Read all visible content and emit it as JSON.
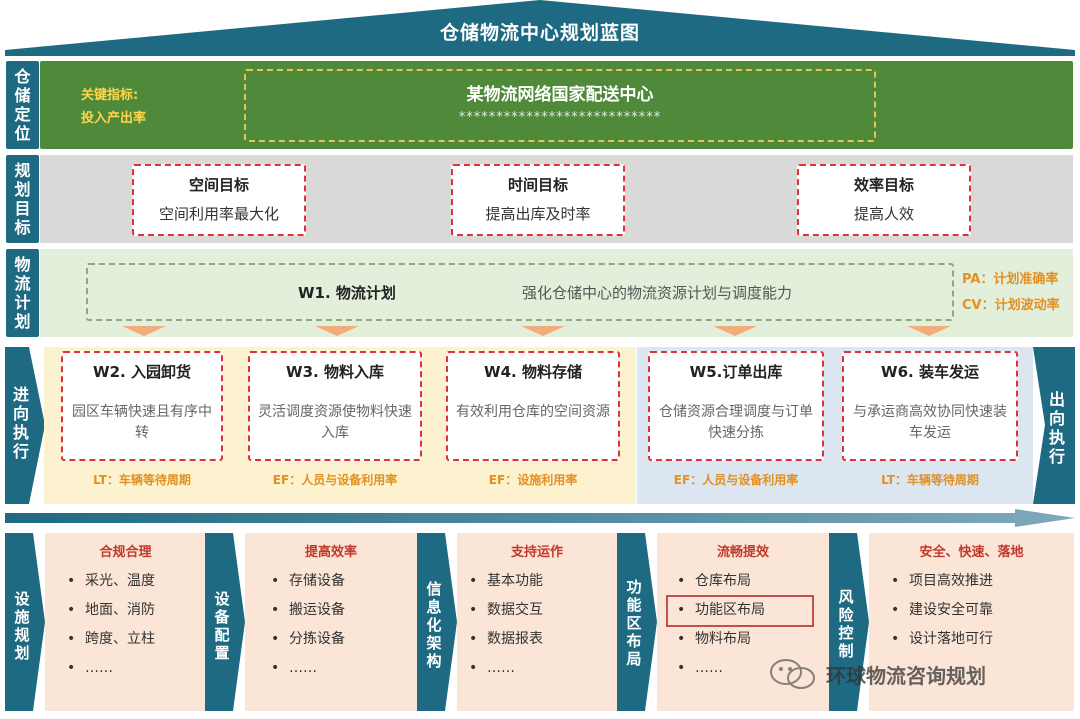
{
  "title": "仓储物流中心规划蓝图",
  "rows": {
    "positioning": {
      "label": "仓储定位",
      "kpi_lines": [
        "关键指标:",
        "投入产出率"
      ],
      "center_title": "某物流网络国家配送中心",
      "center_sub": "***************************"
    },
    "goals": {
      "label": "规划目标",
      "items": [
        {
          "title": "空间目标",
          "desc": "空间利用率最大化"
        },
        {
          "title": "时间目标",
          "desc": "提高出库及时率"
        },
        {
          "title": "效率目标",
          "desc": "提高人效"
        }
      ]
    },
    "logistics": {
      "label": "物流计划",
      "w1_title": "W1. 物流计划",
      "w1_desc": "强化仓储中心的物流资源计划与调度能力",
      "pa": "PA：计划准确率",
      "cv": "CV：计划波动率"
    },
    "execution": {
      "in_label": "进向执行",
      "out_label": "出向执行",
      "steps": [
        {
          "title": "W2. 入园卸货",
          "desc": "园区车辆快速且有序中转"
        },
        {
          "title": "W3. 物料入库",
          "desc": "灵活调度资源使物料快速入库"
        },
        {
          "title": "W4. 物料存储",
          "desc": "有效利用仓库的空间资源"
        },
        {
          "title": "W5.订单出库",
          "desc": "仓储资源合理调度与订单快速分拣"
        },
        {
          "title": "W6. 装车发运",
          "desc": "与承运商高效协同快速装车发运"
        }
      ],
      "metrics": [
        "LT：车辆等待周期",
        "EF：人员与设备利用率",
        "EF：设施利用率",
        "EF：人员与设备利用率",
        "LT：车辆等待周期"
      ]
    },
    "bottom": [
      {
        "label": "设施规划",
        "title": "合规合理",
        "items": [
          "采光、温度",
          "地面、消防",
          "跨度、立柱",
          "……"
        ]
      },
      {
        "label": "设备配置",
        "title": "提高效率",
        "items": [
          "存储设备",
          "搬运设备",
          "分拣设备",
          "……"
        ]
      },
      {
        "label": "信息化架构",
        "title": "支持运作",
        "items": [
          "基本功能",
          "数据交互",
          "数据报表",
          "……"
        ]
      },
      {
        "label": "功能区布局",
        "title": "流畅提效",
        "items": [
          "仓库布局",
          "功能区布局",
          "物料布局",
          "……"
        ]
      },
      {
        "label": "风险控制",
        "title": "安全、快速、落地",
        "items": [
          "项目高效推进",
          "建设安全可靠",
          "设计落地可行"
        ]
      }
    ]
  },
  "bullet": "•",
  "watermark": "环球物流咨询规划",
  "colors": {
    "banner": "#1e6a82",
    "positioning_bg": "#4f8a3a",
    "goals_bg": "#d9d9d9",
    "plan_bg": "#e2efda",
    "in_bg": "#fdf2d0",
    "out_bg": "#dce6f1",
    "bottom_bg": "#fbe5d6",
    "accent_red": "#e0303a",
    "metric_orange": "#e39020"
  }
}
